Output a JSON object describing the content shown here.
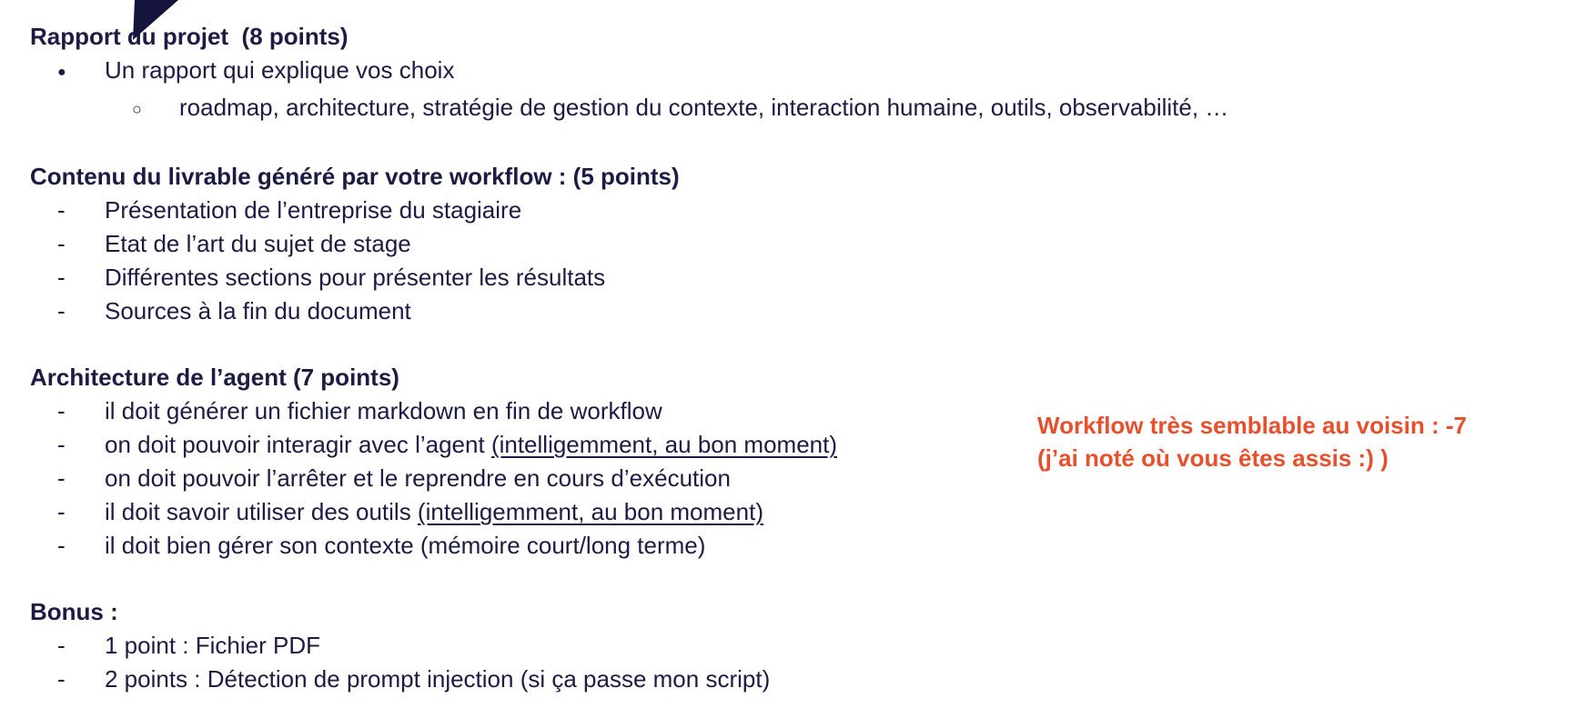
{
  "page": {
    "background": "#ffffff",
    "text_color": "#1b1b44",
    "accent_color": "#e8502d",
    "triangle_color": "#14143f"
  },
  "markers": {
    "disc": "●",
    "circle": "○",
    "dash": "-"
  },
  "sections": [
    {
      "heading": "Rapport du projet  (8 points)",
      "items": [
        {
          "level": 1,
          "marker": "disc",
          "text": "Un rapport qui explique vos choix"
        },
        {
          "level": 2,
          "marker": "circle",
          "text": "roadmap, architecture, stratégie de gestion du contexte, interaction humaine, outils, observabilité, …"
        }
      ]
    },
    {
      "heading": "Contenu du livrable généré par votre workflow : (5 points)",
      "items": [
        {
          "level": 1,
          "marker": "dash",
          "text": "Présentation de l’entreprise du stagiaire"
        },
        {
          "level": 1,
          "marker": "dash",
          "text": "Etat de l’art du sujet de stage"
        },
        {
          "level": 1,
          "marker": "dash",
          "text": "Différentes sections pour présenter les résultats"
        },
        {
          "level": 1,
          "marker": "dash",
          "text": "Sources à la fin du document"
        }
      ]
    },
    {
      "heading": "Architecture de l’agent (7 points)",
      "items": [
        {
          "level": 1,
          "marker": "dash",
          "text": "il doit générer un fichier markdown en fin de workflow"
        },
        {
          "level": 1,
          "marker": "dash",
          "text": "on doit pouvoir interagir avec l’agent ",
          "underline": "(intelligemment, au bon moment)"
        },
        {
          "level": 1,
          "marker": "dash",
          "text": "on doit pouvoir l’arrêter et le reprendre en cours d’exécution"
        },
        {
          "level": 1,
          "marker": "dash",
          "text": "il doit savoir utiliser des outils ",
          "underline": "(intelligemment, au bon moment)"
        },
        {
          "level": 1,
          "marker": "dash",
          "text": "il doit bien gérer son contexte (mémoire court/long terme)"
        }
      ]
    },
    {
      "heading": "Bonus :",
      "items": [
        {
          "level": 1,
          "marker": "dash",
          "text": "1 point : Fichier PDF"
        },
        {
          "level": 1,
          "marker": "dash",
          "text": "2 points : Détection de prompt injection (si ça passe mon script)"
        }
      ]
    }
  ],
  "annotation": {
    "line1": "Workflow très semblable au voisin : -7",
    "line2": "(j’ai noté où vous êtes assis :) )"
  }
}
